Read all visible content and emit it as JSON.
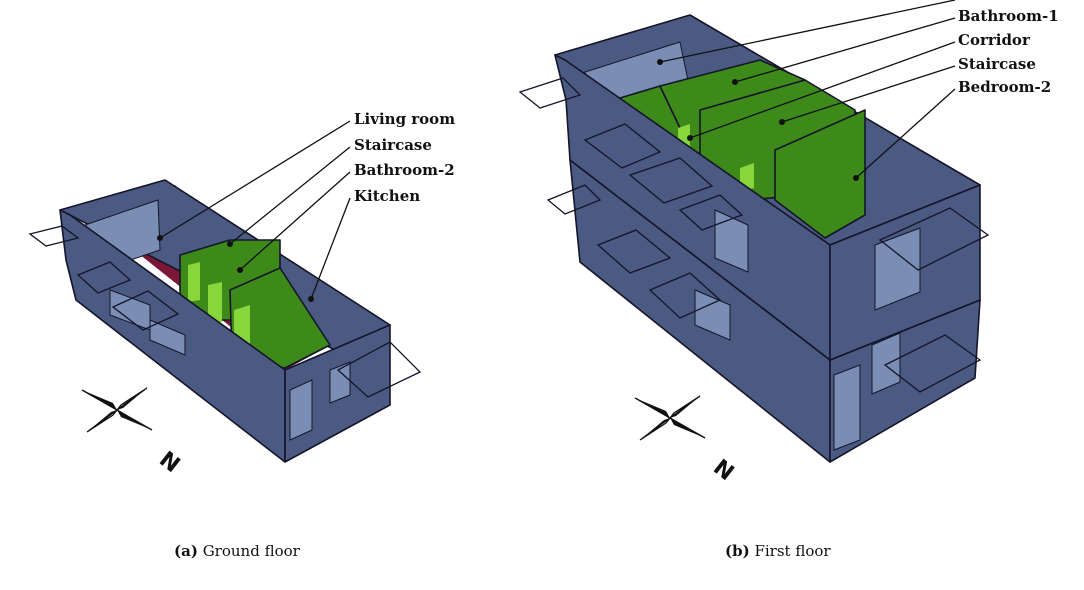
{
  "panel_a": {
    "labels": {
      "living_room": "Living room",
      "staircase": "Staircase",
      "bathroom_2": "Bathroom-2",
      "kitchen": "Kitchen"
    },
    "caption_tag": "(a)",
    "caption_text": "Ground floor",
    "compass": "N"
  },
  "panel_b": {
    "labels": {
      "bathroom_1": "Bathroom-1",
      "corridor": "Corridor",
      "staircase": "Staircase",
      "bedroom_2": "Bedroom-2"
    },
    "caption_tag": "(b)",
    "caption_text": "First floor",
    "compass": "N"
  },
  "colors": {
    "wall": "#4b5a82",
    "wall_light": "#5b6b94",
    "window": "#7a8db5",
    "shade": "#c49e98",
    "green_dark": "#3d8a1a",
    "green_light": "#86d63c",
    "floor_maroon": "#7a1636"
  }
}
